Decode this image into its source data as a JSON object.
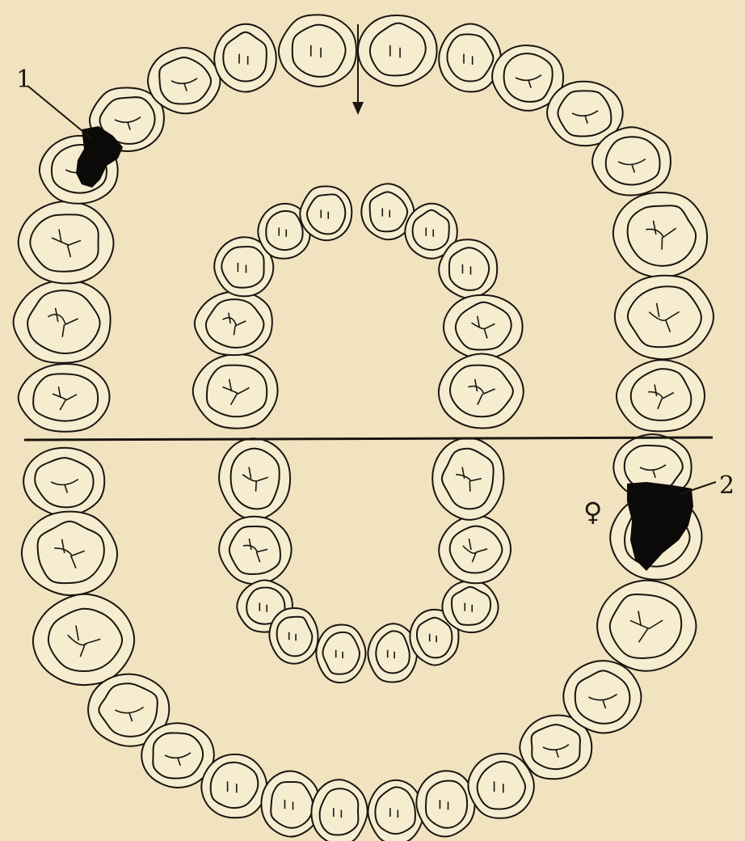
{
  "diagram": {
    "colors": {
      "paper": "#f1e3bf",
      "tooth_fill": "#f6ecd0",
      "ink": "#1a1610",
      "decay": "#0c0a08"
    },
    "labels": {
      "upper_left_marker": "1",
      "lower_right_marker": "2",
      "instrument_symbol": "♀"
    },
    "permanent_teeth_count": 32,
    "deciduous_teeth_count": 20,
    "decayed_teeth": [
      {
        "marker": "1",
        "arch": "upper",
        "side": "left"
      },
      {
        "marker": "2",
        "arch": "lower",
        "side": "right"
      }
    ]
  }
}
